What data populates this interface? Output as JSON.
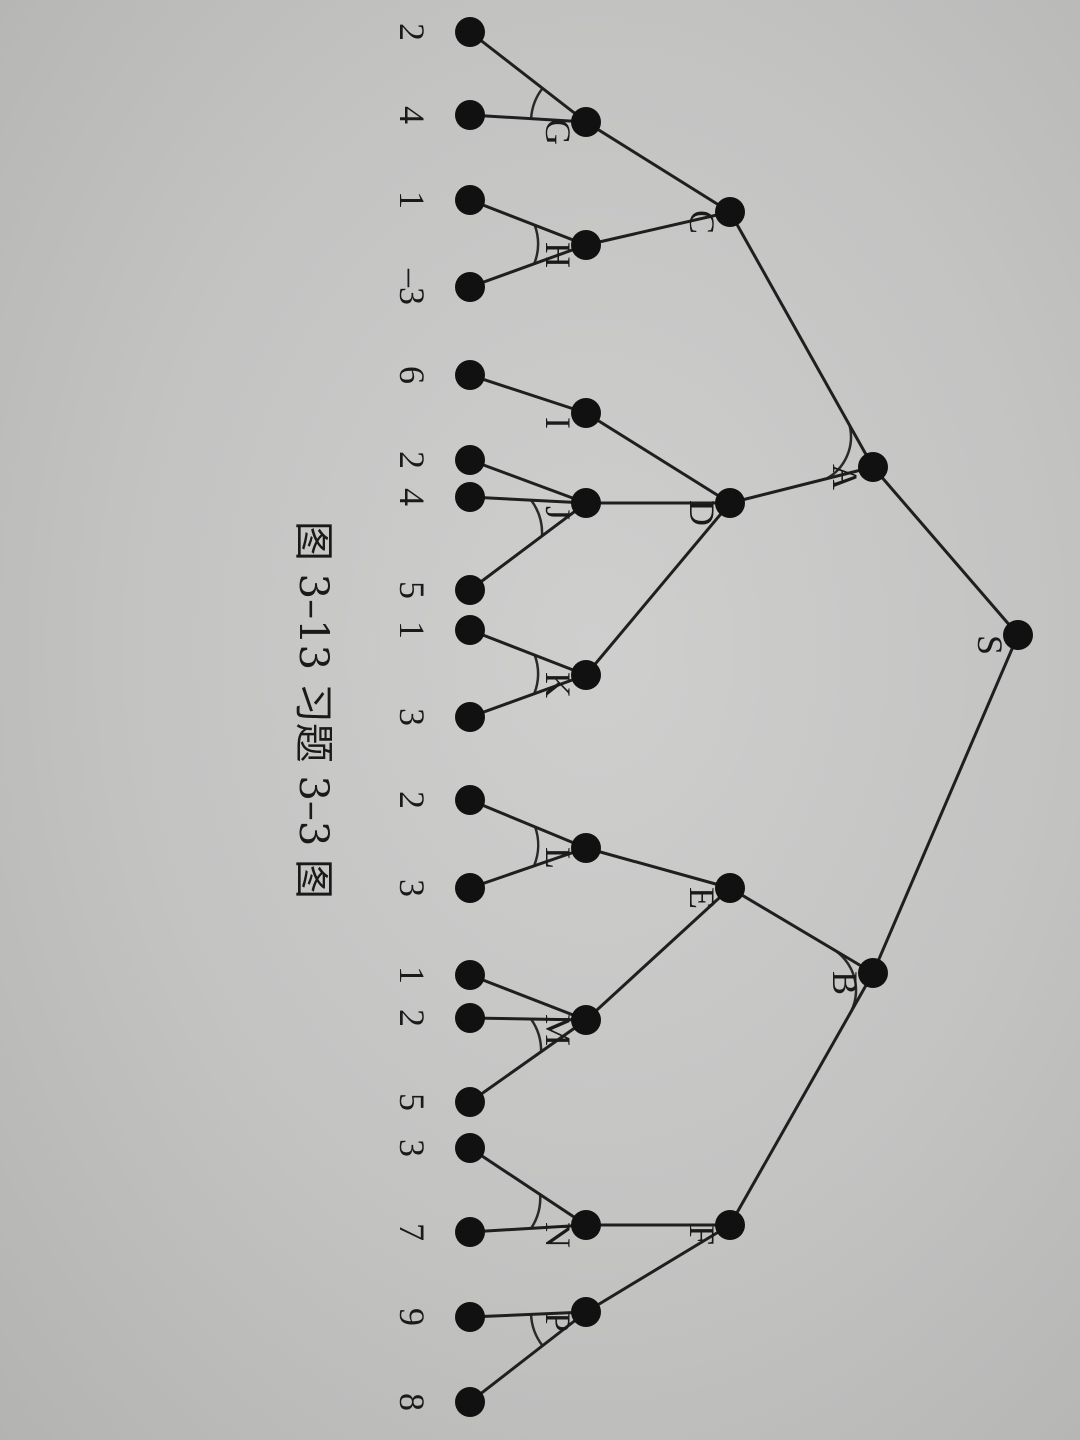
{
  "caption": "图 3–13   习题 3–3 图",
  "nodes": [
    {
      "id": "S",
      "label": "S"
    },
    {
      "id": "A",
      "label": "A"
    },
    {
      "id": "B",
      "label": "B"
    },
    {
      "id": "C",
      "label": "C"
    },
    {
      "id": "D",
      "label": "D"
    },
    {
      "id": "E",
      "label": "E"
    },
    {
      "id": "F",
      "label": "F"
    },
    {
      "id": "G",
      "label": "G"
    },
    {
      "id": "H",
      "label": "H"
    },
    {
      "id": "I",
      "label": "I"
    },
    {
      "id": "J",
      "label": "J"
    },
    {
      "id": "K",
      "label": "K"
    },
    {
      "id": "L",
      "label": "L"
    },
    {
      "id": "M",
      "label": "M"
    },
    {
      "id": "N",
      "label": "N"
    },
    {
      "id": "P",
      "label": "P"
    }
  ],
  "leaf_values": [
    "2",
    "4",
    "1",
    "–3",
    "6",
    "2",
    "4",
    "5",
    "1",
    "3",
    "2",
    "3",
    "1",
    "2",
    "5",
    "3",
    "7",
    "9",
    "8"
  ],
  "edges": [
    [
      "S",
      "A"
    ],
    [
      "S",
      "B"
    ],
    [
      "A",
      "C"
    ],
    [
      "A",
      "D"
    ],
    [
      "B",
      "E"
    ],
    [
      "B",
      "F"
    ],
    [
      "C",
      "G"
    ],
    [
      "C",
      "H"
    ],
    [
      "D",
      "I"
    ],
    [
      "D",
      "J"
    ],
    [
      "D",
      "K"
    ],
    [
      "E",
      "L"
    ],
    [
      "E",
      "M"
    ],
    [
      "F",
      "N"
    ],
    [
      "F",
      "P"
    ],
    [
      "G",
      "leaf0"
    ],
    [
      "G",
      "leaf1"
    ],
    [
      "H",
      "leaf2"
    ],
    [
      "H",
      "leaf3"
    ],
    [
      "I",
      "leaf4"
    ],
    [
      "J",
      "leaf5"
    ],
    [
      "J",
      "leaf6"
    ],
    [
      "J",
      "leaf7"
    ],
    [
      "K",
      "leaf8"
    ],
    [
      "K",
      "leaf9"
    ],
    [
      "L",
      "leaf10"
    ],
    [
      "L",
      "leaf11"
    ],
    [
      "M",
      "leaf12"
    ],
    [
      "M",
      "leaf13"
    ],
    [
      "M",
      "leaf14"
    ],
    [
      "N",
      "leaf15"
    ],
    [
      "N",
      "leaf16"
    ],
    [
      "P",
      "leaf17"
    ],
    [
      "P",
      "leaf18"
    ]
  ],
  "and_nodes": [
    "A",
    "B",
    "G",
    "H",
    "J",
    "K",
    "L",
    "M",
    "N",
    "P"
  ]
}
